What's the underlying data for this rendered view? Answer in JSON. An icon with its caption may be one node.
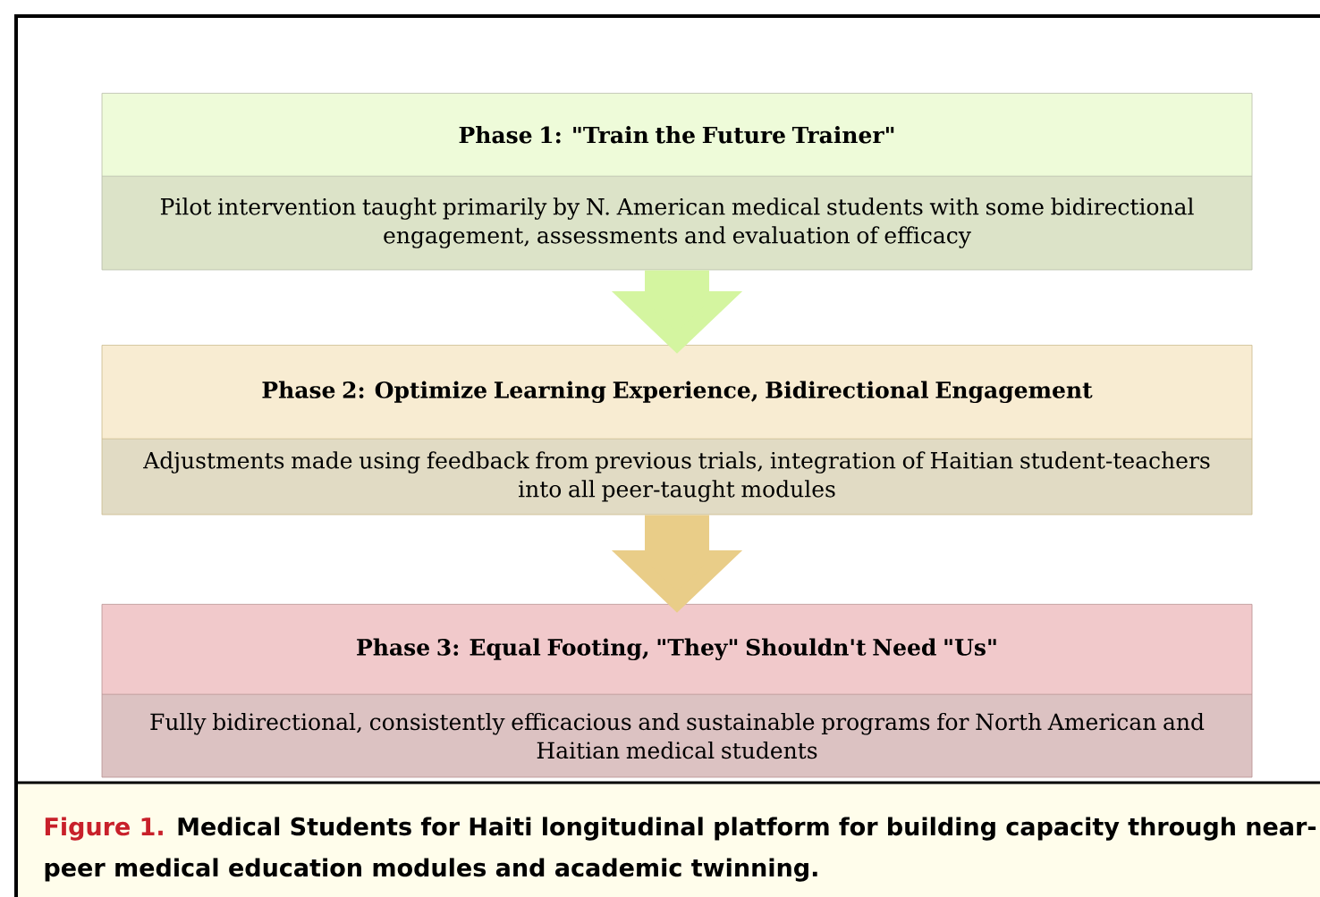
{
  "diagram": {
    "caption": "Medical Students for Haiti longitudinal platform for building capacity through near-peer medical education modules and academic twinning.",
    "nodes": [
      {
        "text": [
          "Phase 1:  \"Train the Future Trainer\"",
          "Pilot intervention taught primarily by N. American medical students with some bidirectional engagement, assessments and evaluation of efficacy"
        ]
      },
      {
        "text": [
          "Phase 2:  Optimize Learning Experience, Bidirectional Engagement",
          "Adjustments made using feedback from previous trials, integration of Haitian student-teachers into all peer-taught modules"
        ]
      },
      {
        "text": [
          "Phase 3: Equal Footing, \"They\" Shouldn't Need \"Us\"",
          "Fully bidirectional, consistently efficacious and sustainable programs for North American and Haitian medical students"
        ]
      }
    ],
    "edges": [
      {
        "from": 0,
        "to": 1,
        "arrow": "to",
        "color": "#d4f5a0"
      },
      {
        "from": 1,
        "to": 2,
        "arrow": "to",
        "color": "#e9cd88"
      }
    ],
    "labels": [
      "Figure 1."
    ]
  }
}
